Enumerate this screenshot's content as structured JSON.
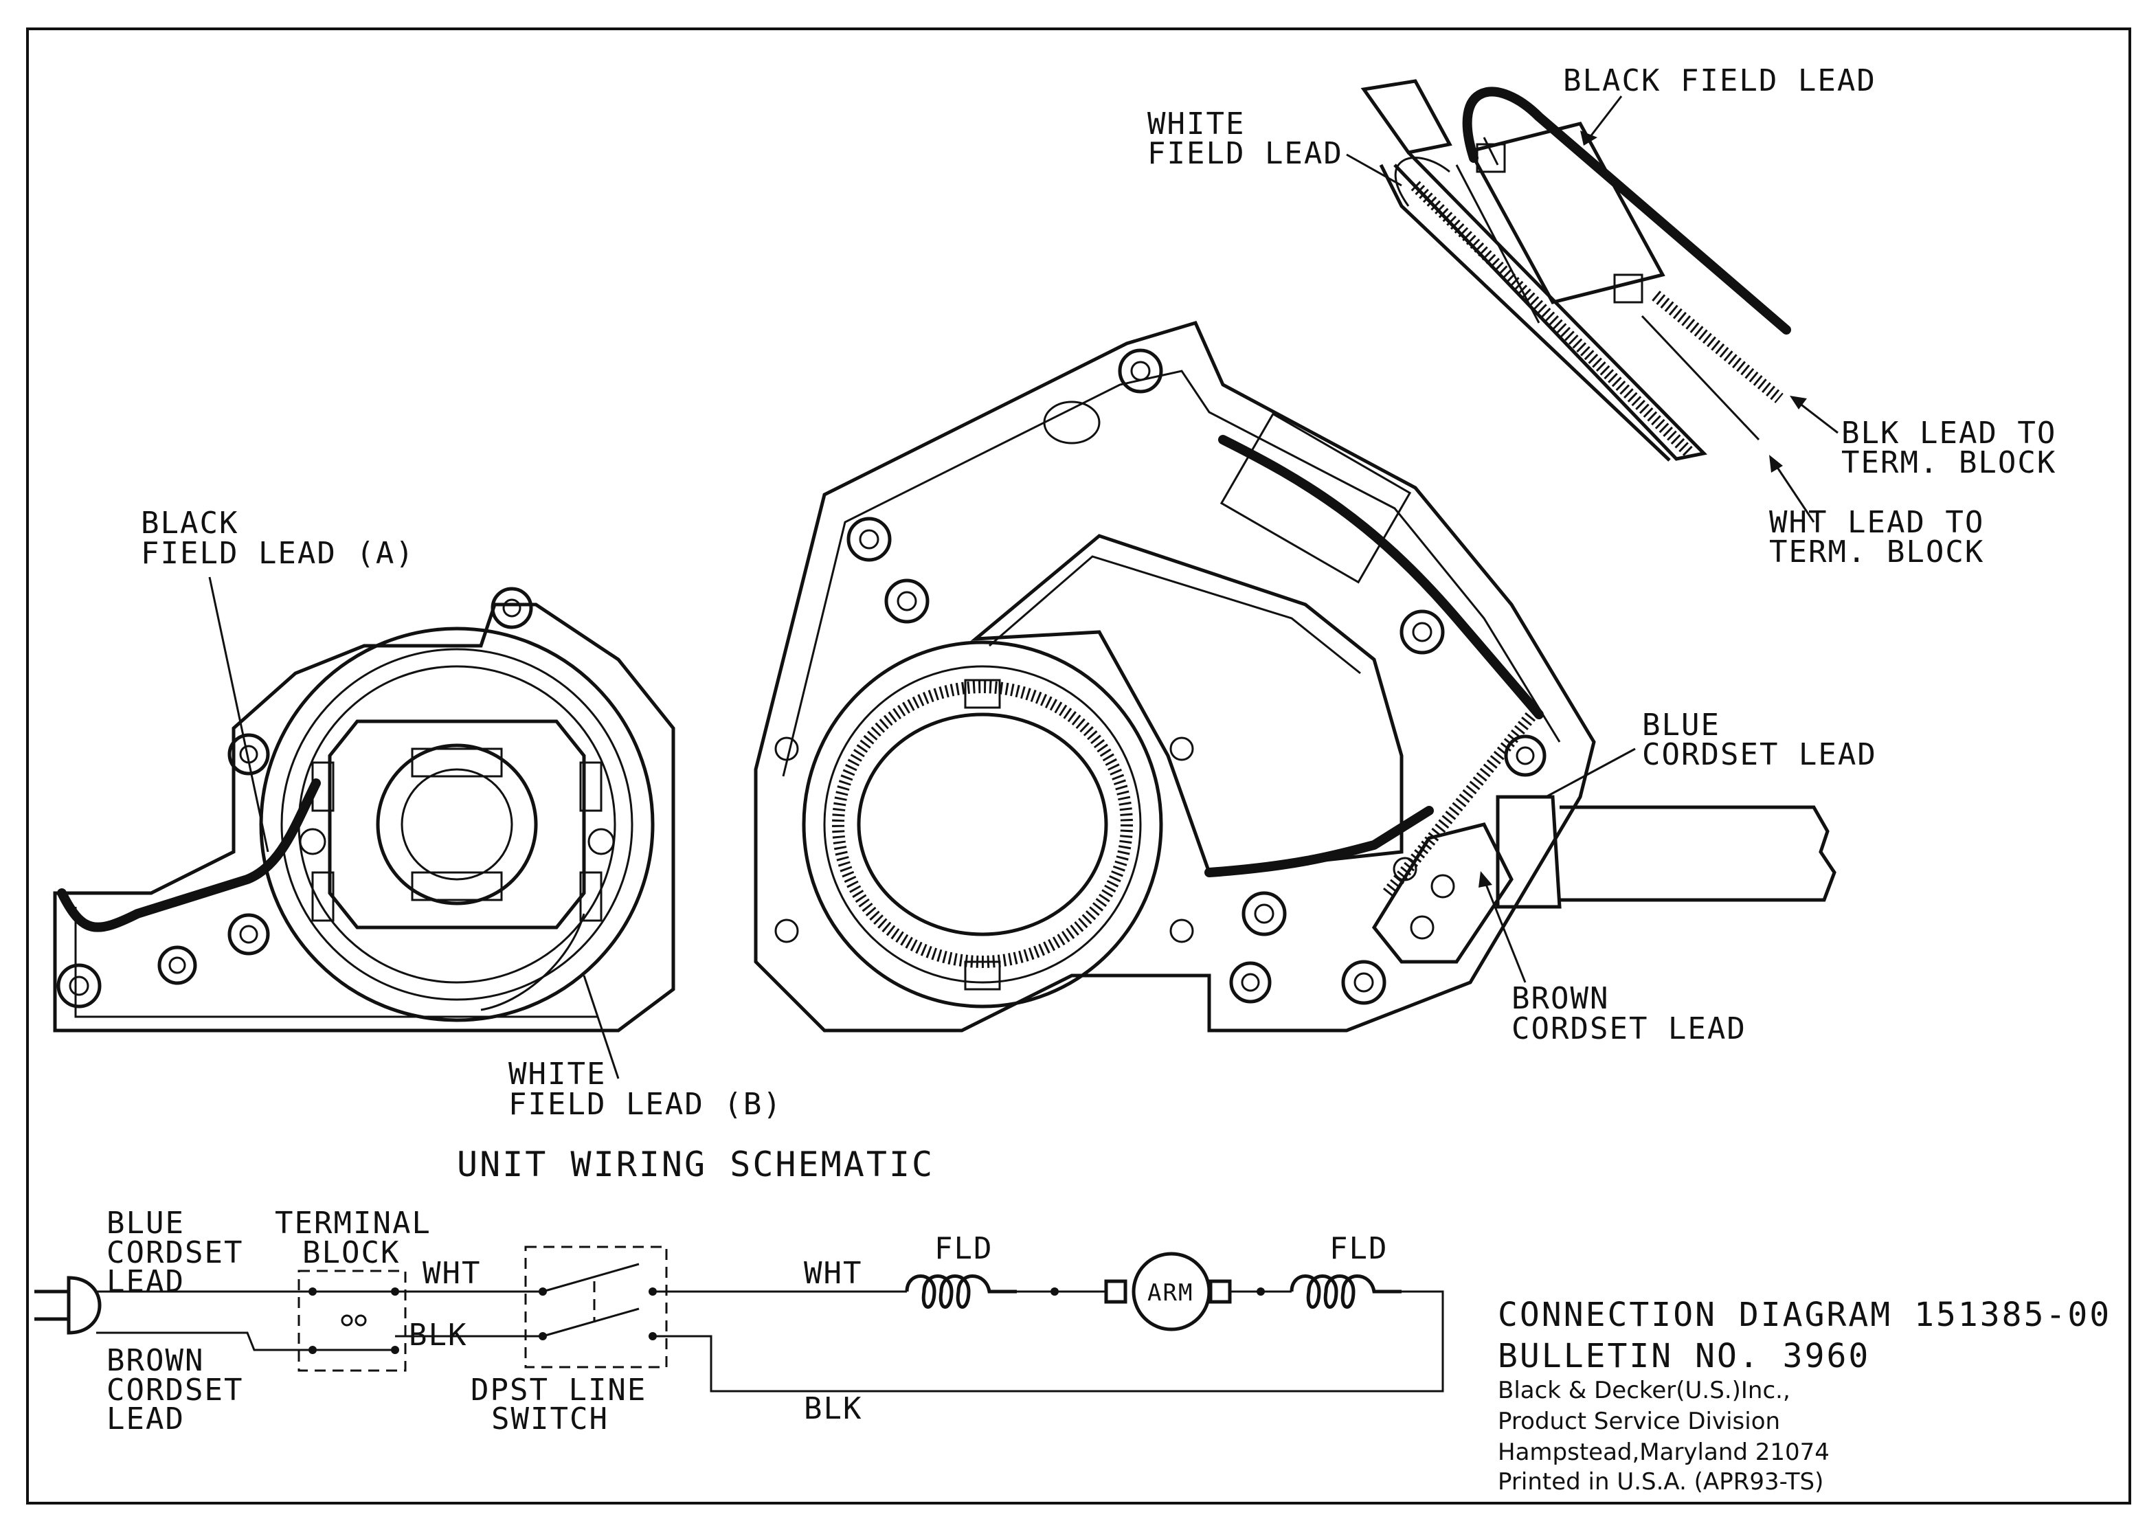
{
  "labels": {
    "black_field_lead_top": "BLACK FIELD LEAD",
    "white_field_lead_top_1": "WHITE",
    "white_field_lead_top_2": "FIELD LEAD",
    "blk_lead_term_1": "BLK LEAD TO",
    "blk_lead_term_2": "TERM. BLOCK",
    "wht_lead_term_1": "WHT LEAD TO",
    "wht_lead_term_2": "TERM. BLOCK",
    "black_field_lead_a_1": "BLACK",
    "black_field_lead_a_2": "FIELD LEAD (A)",
    "white_field_lead_b_1": "WHITE",
    "white_field_lead_b_2": "FIELD LEAD (B)",
    "blue_cordset_lead_1": "BLUE",
    "blue_cordset_lead_2": "CORDSET LEAD",
    "brown_cordset_lead_1": "BROWN",
    "brown_cordset_lead_2": "CORDSET LEAD"
  },
  "schematic": {
    "title": "UNIT WIRING SCHEMATIC",
    "blue_1": "BLUE",
    "blue_2": "CORDSET",
    "blue_3": "LEAD",
    "brown_1": "BROWN",
    "brown_2": "CORDSET",
    "brown_3": "LEAD",
    "terminal_1": "TERMINAL",
    "terminal_2": "BLOCK",
    "wht_1": "WHT",
    "blk_1": "BLK",
    "switch_1": "DPST LINE",
    "switch_2": "SWITCH",
    "wht_2": "WHT",
    "blk_2": "BLK",
    "fld_1": "FLD",
    "arm": "ARM",
    "fld_2": "FLD"
  },
  "info": {
    "diagram": "CONNECTION DIAGRAM 151385-00",
    "bulletin": "BULLETIN NO. 3960",
    "company": "Black & Decker(U.S.)Inc.,",
    "division": "Product Service Division",
    "address": "Hampstead,Maryland 21074",
    "printed": "Printed in U.S.A.  (APR93-TS)"
  }
}
